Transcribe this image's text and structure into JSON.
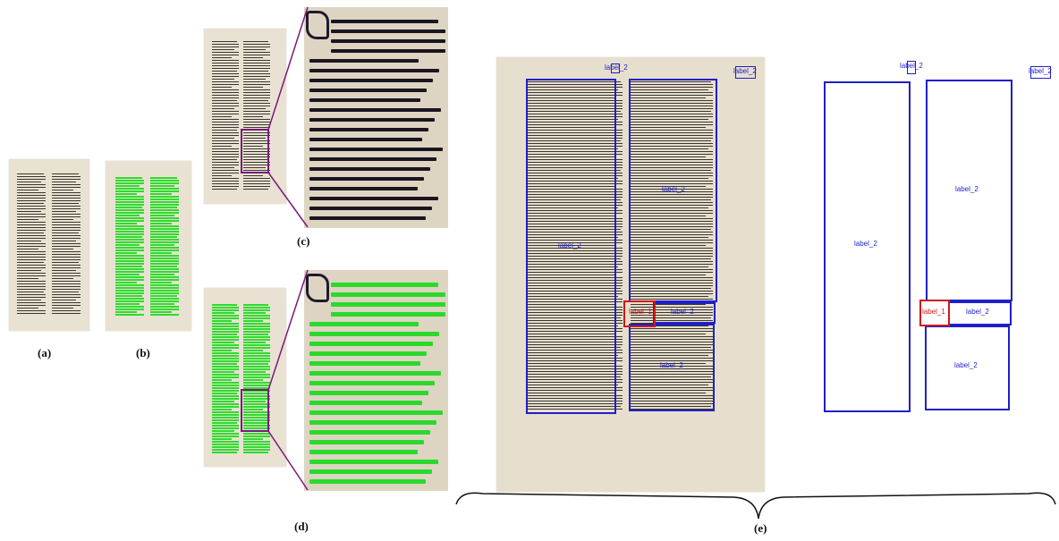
{
  "captions": {
    "a": "(a)",
    "b": "(b)",
    "c": "(c)",
    "d": "(d)",
    "e": "(e)"
  },
  "labels": {
    "label_1": "label_1",
    "label_2": "label_2"
  },
  "colors": {
    "box_blue": "#1f1fc8",
    "box_red": "#d01818",
    "mask_green": "#2ddc2d",
    "zoom_purple": "#7a1a7a",
    "parchment": "#e9e2d2"
  }
}
